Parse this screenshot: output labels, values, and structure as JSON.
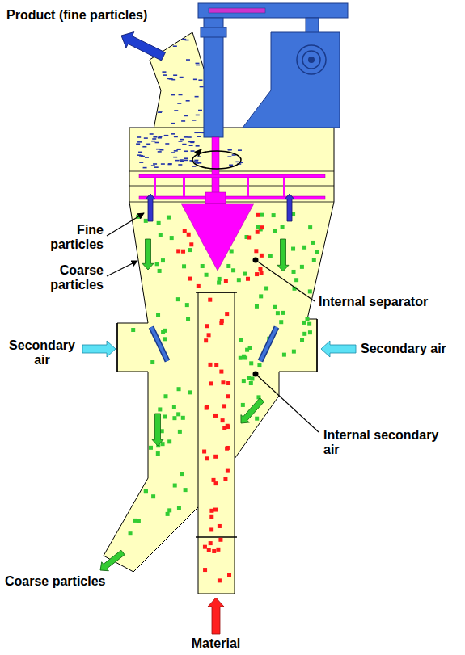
{
  "diagram": {
    "labels": [
      "Product (fine particles)",
      "Fine particles",
      "Coarse particles",
      "Internal separator",
      "Secondary air",
      "Secondary air",
      "Internal secondary air",
      "Coarse particles",
      "Material"
    ]
  }
}
